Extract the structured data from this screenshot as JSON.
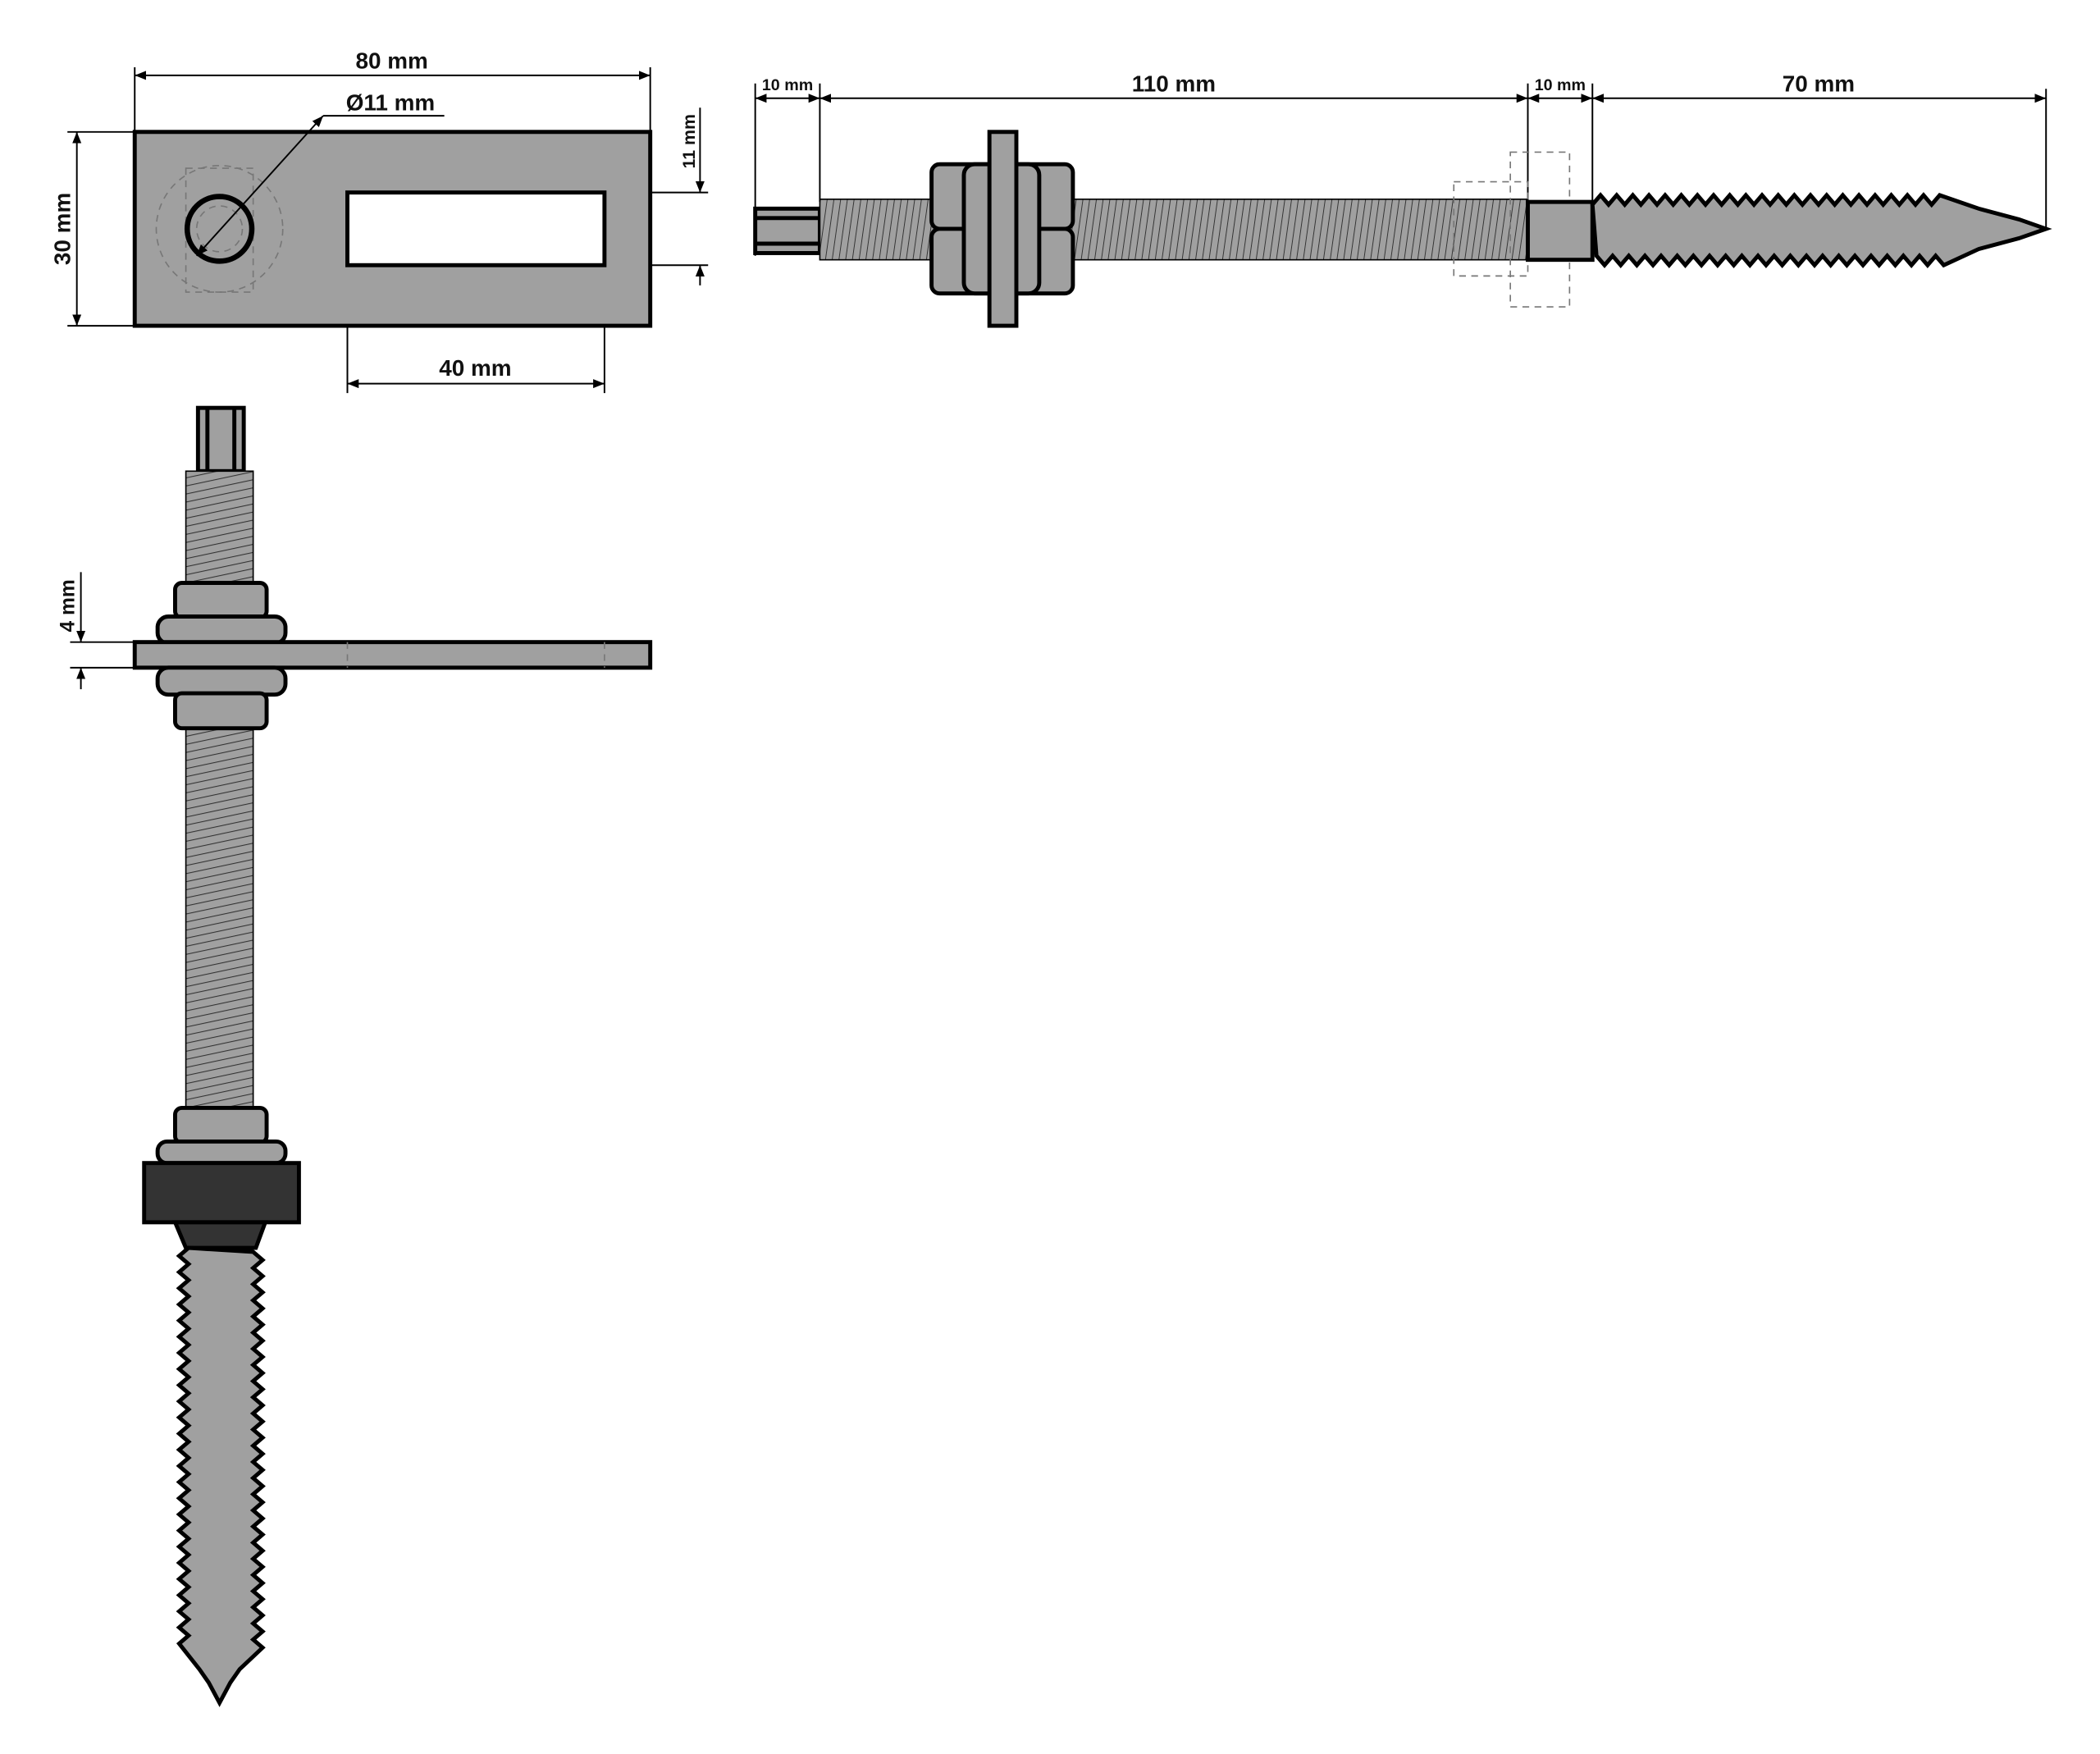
{
  "colors": {
    "steel": "#a0a0a0",
    "outline": "#000000",
    "rubber": "#333333",
    "background": "#ffffff"
  },
  "plate_view": {
    "width_label": "80 mm",
    "height_label": "30 mm",
    "hole_label": "Ø11 mm",
    "slot_length_label": "40 mm",
    "slot_width_label": "11 mm"
  },
  "bolt_view": {
    "dims": [
      "10 mm",
      "110 mm",
      "10 mm",
      "70 mm"
    ]
  },
  "assembly_view": {
    "plate_thickness_label": "4 mm"
  }
}
